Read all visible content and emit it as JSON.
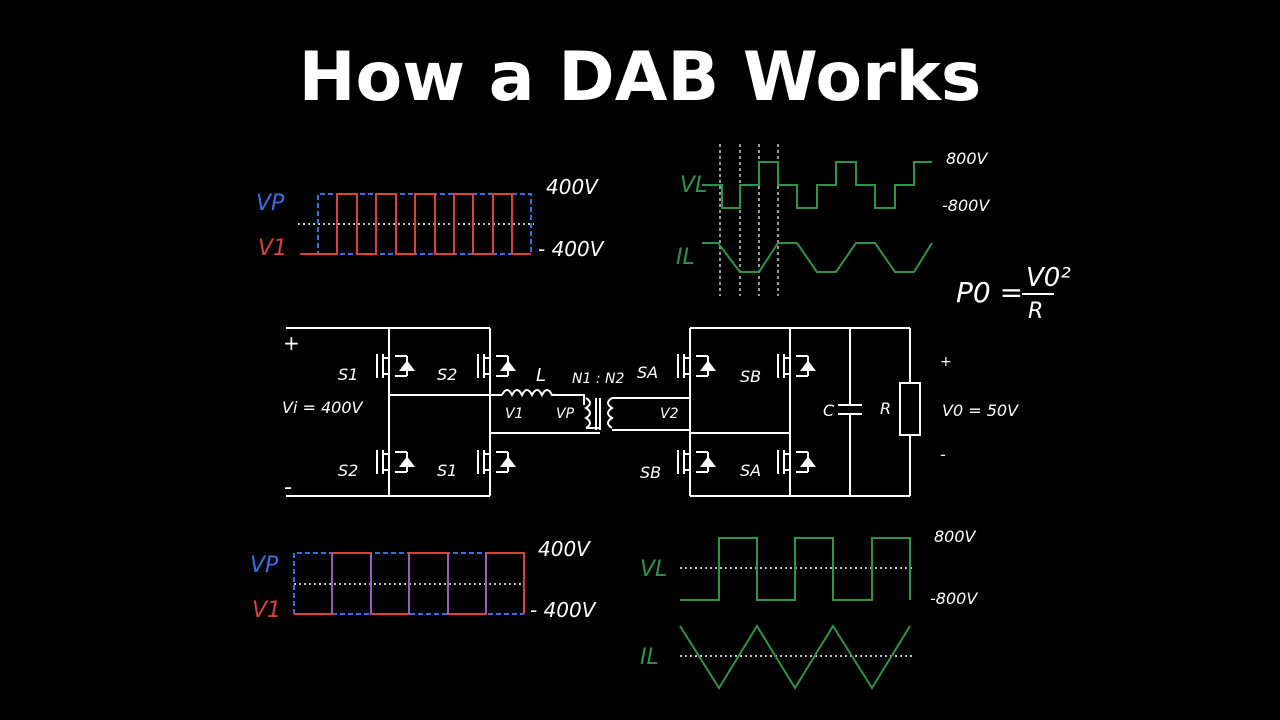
{
  "title": "How a DAB Works",
  "colors": {
    "background": "#000000",
    "primary_wave": "#3b6fe0",
    "secondary_wave": "#d8443a",
    "inductor_wave": "#2f9447",
    "circuit": "#ffffff"
  },
  "top_left_waveform": {
    "label_vp": "VP",
    "label_v1": "V1",
    "high_label": "400V",
    "low_label": "- 400V"
  },
  "top_right_waveform": {
    "label_vl": "VL",
    "label_il": "IL",
    "high_label": "800V",
    "low_label": "-800V"
  },
  "equation": {
    "lhs": "P0 =",
    "numerator": "V0²",
    "denominator": "R"
  },
  "circuit": {
    "plus_in": "+",
    "minus_in": "-",
    "input_voltage": "Vi = 400V",
    "switches_primary": [
      "S1",
      "S2",
      "S2",
      "S1"
    ],
    "switches_secondary": [
      "SA",
      "SB",
      "SB",
      "SA"
    ],
    "inductor": "L",
    "turns_ratio": "N1 : N2",
    "v1_label": "V1",
    "vp_label": "VP",
    "v2_label": "V2",
    "capacitor": "C",
    "resistor": "R",
    "plus_out": "+",
    "minus_out": "-",
    "output_voltage": "V0 = 50V"
  },
  "bottom_left_waveform": {
    "label_vp": "VP",
    "label_v1": "V1",
    "high_label": "400V",
    "low_label": "- 400V"
  },
  "bottom_right_waveform": {
    "label_vl": "VL",
    "label_il": "IL",
    "high_label": "800V",
    "low_label": "-800V"
  }
}
